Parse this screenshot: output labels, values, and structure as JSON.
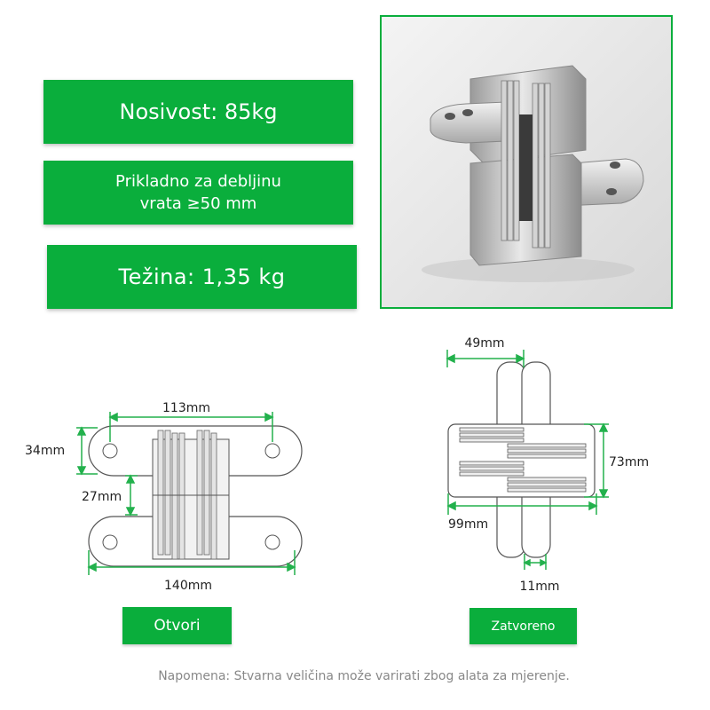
{
  "specs": {
    "load_capacity": "Nosivost: 85kg",
    "door_thickness_line1": "Prikladno za debljinu",
    "door_thickness_line2": "vrata ≥50 mm",
    "weight": "Težina: 1,35 kg"
  },
  "open_diagram": {
    "hole_spacing": "113mm",
    "plate_height": "34mm",
    "gap": "27mm",
    "total_length": "140mm",
    "label": "Otvori"
  },
  "closed_diagram": {
    "body_width": "49mm",
    "height": "73mm",
    "length": "99mm",
    "thickness": "11mm",
    "label": "Zatvoreno"
  },
  "note": "Napomena: Stvarna veličina može varirati zbog alata za mjerenje.",
  "colors": {
    "accent_green": "#0aae3c",
    "dimension_green": "#22b14c",
    "note_gray": "#888888"
  }
}
